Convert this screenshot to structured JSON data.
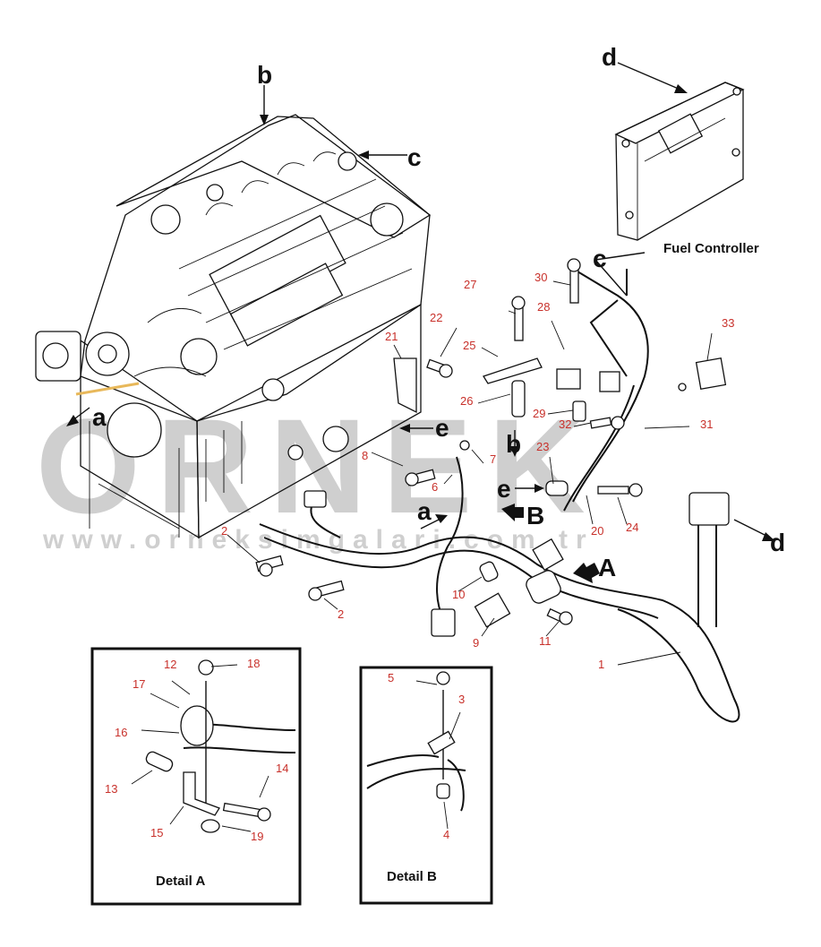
{
  "watermark": {
    "brand": "ORNEK",
    "url": "www.orneksimgalari.com.tr"
  },
  "captions": {
    "fuel_controller": "Fuel Controller",
    "detail_a": "Detail A",
    "detail_b": "Detail B"
  },
  "view_letters": {
    "a1": "a",
    "a2": "a",
    "b1": "b",
    "b2": "b",
    "c1": "c",
    "c2": "c",
    "d1": "d",
    "d2": "d",
    "e1": "e",
    "e2": "e",
    "A": "A",
    "B": "B"
  },
  "callouts": {
    "n1": "1",
    "n2a": "2",
    "n2b": "2",
    "n3": "3",
    "n4": "4",
    "n5": "5",
    "n6": "6",
    "n7": "7",
    "n8": "8",
    "n9": "9",
    "n10": "10",
    "n11": "11",
    "n12": "12",
    "n13": "13",
    "n14": "14",
    "n15": "15",
    "n16": "16",
    "n17": "17",
    "n18": "18",
    "n19": "19",
    "n20": "20",
    "n21": "21",
    "n22": "22",
    "n23": "23",
    "n24": "24",
    "n25": "25",
    "n26": "26",
    "n27": "27",
    "n28": "28",
    "n29": "29",
    "n30": "30",
    "n31": "31",
    "n32": "32",
    "n33": "33"
  },
  "colors": {
    "callout": "#c8312b",
    "line": "#111111",
    "watermark": "#cfcfcf"
  }
}
